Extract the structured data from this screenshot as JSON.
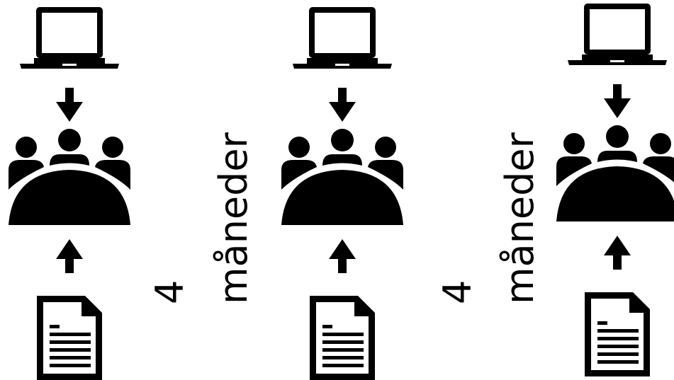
{
  "diagram": {
    "stages": [
      {
        "id": "stage-1",
        "icons": [
          "laptop-icon",
          "down-arrow-icon",
          "meeting-group-icon",
          "up-arrow-icon",
          "document-icon"
        ]
      },
      {
        "id": "stage-2",
        "icons": [
          "laptop-icon",
          "down-arrow-icon",
          "meeting-group-icon",
          "up-arrow-icon",
          "document-icon"
        ]
      },
      {
        "id": "stage-3",
        "icons": [
          "laptop-icon",
          "down-arrow-icon",
          "meeting-group-icon",
          "up-arrow-icon",
          "document-icon"
        ]
      }
    ],
    "intervals": [
      {
        "number": "4",
        "unit": "måneder"
      },
      {
        "number": "4",
        "unit": "måneder"
      }
    ]
  },
  "colors": {
    "ink": "#000000",
    "background": "#ffffff"
  }
}
